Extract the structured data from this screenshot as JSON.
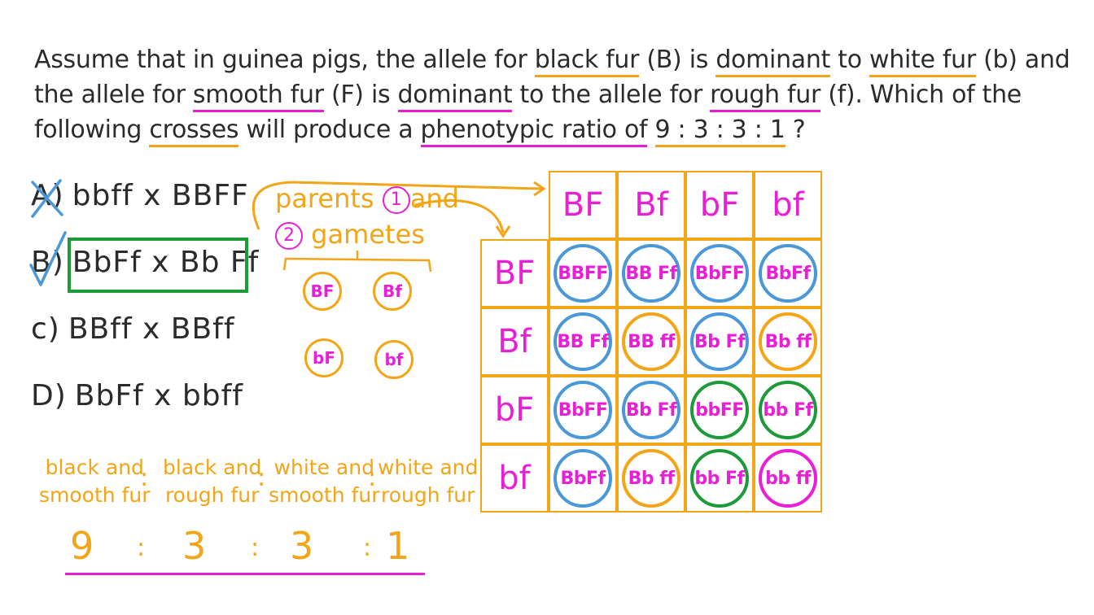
{
  "question": {
    "parts": [
      {
        "t": "Assume that in guinea pigs, the allele for "
      },
      {
        "t": "black fur",
        "u": "o"
      },
      {
        "t": " (B) is "
      },
      {
        "t": "dominant",
        "u": "o"
      },
      {
        "t": " to "
      },
      {
        "t": "white fur",
        "u": "o"
      },
      {
        "t": " (b) and the allele for "
      },
      {
        "t": "smooth fur",
        "u": "m"
      },
      {
        "t": " (F) is "
      },
      {
        "t": "dominant",
        "u": "m"
      },
      {
        "t": " to the allele for "
      },
      {
        "t": "rough fur",
        "u": "m"
      },
      {
        "t": " (f). Which of the following "
      },
      {
        "t": "crosses",
        "u": "o"
      },
      {
        "t": " will produce a "
      },
      {
        "t": "phenotypic ratio of",
        "u": "m"
      },
      {
        "t": " "
      },
      {
        "t": "9 : 3 : 3 : 1",
        "u": "o"
      },
      {
        "t": " ?"
      }
    ]
  },
  "options": [
    {
      "letter": "A)",
      "cross": "bbff x BBFF"
    },
    {
      "letter": "B)",
      "cross": "BbFf x Bb Ff"
    },
    {
      "letter": "c)",
      "cross": "BBff x BBff"
    },
    {
      "letter": "D)",
      "cross": "BbFf x bbff"
    }
  ],
  "annotation": {
    "word1": "parents",
    "num1": "1",
    "word2": "and",
    "num2": "2",
    "word3": "gametes"
  },
  "gametes": [
    "BF",
    "Bf",
    "bF",
    "bf"
  ],
  "punnett": {
    "col_headers": [
      "BF",
      "Bf",
      "bF",
      "bf"
    ],
    "row_headers": [
      "BF",
      "Bf",
      "bF",
      "bf"
    ],
    "cells": [
      [
        {
          "g": "BBFF",
          "c": "blue"
        },
        {
          "g": "BB Ff",
          "c": "blue"
        },
        {
          "g": "BbFF",
          "c": "blue"
        },
        {
          "g": "BbFf",
          "c": "blue"
        }
      ],
      [
        {
          "g": "BB Ff",
          "c": "blue"
        },
        {
          "g": "BB ff",
          "c": "orange"
        },
        {
          "g": "Bb Ff",
          "c": "blue"
        },
        {
          "g": "Bb ff",
          "c": "orange"
        }
      ],
      [
        {
          "g": "BbFF",
          "c": "blue"
        },
        {
          "g": "Bb Ff",
          "c": "blue"
        },
        {
          "g": "bbFF",
          "c": "green"
        },
        {
          "g": "bb Ff",
          "c": "green"
        }
      ],
      [
        {
          "g": "BbFf",
          "c": "blue"
        },
        {
          "g": "Bb ff",
          "c": "orange"
        },
        {
          "g": "bb Ff",
          "c": "green"
        },
        {
          "g": "bb ff",
          "c": "magenta"
        }
      ]
    ]
  },
  "ratio": {
    "labels": [
      {
        "line1": "black and",
        "line2": "smooth fur"
      },
      {
        "line1": "black and",
        "line2": "rough fur"
      },
      {
        "line1": "white and",
        "line2": "smooth fur"
      },
      {
        "line1": "white and",
        "line2": "rough fur"
      }
    ],
    "numbers": [
      "9",
      "3",
      "3",
      "1"
    ],
    "separator": ":"
  },
  "colors": {
    "orange": "#f2a516",
    "magenta": "#e91fd6",
    "blue": "#4a98d8",
    "green": "#1d9a3a",
    "text": "#2b2b2b"
  }
}
